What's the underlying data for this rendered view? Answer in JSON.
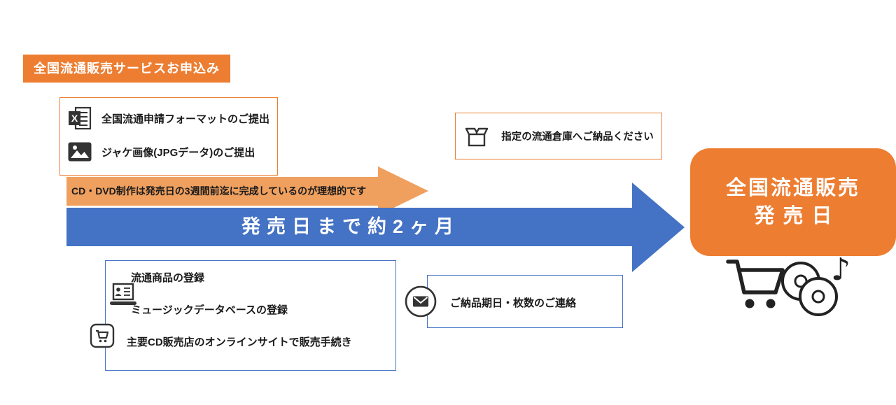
{
  "colors": {
    "orange": "#ED7D31",
    "orange_light": "#EFA05F",
    "blue": "#4472C4"
  },
  "badge": {
    "label": "全国流通販売サービスお申込み"
  },
  "submission_box": {
    "items": [
      {
        "icon": "excel-file-icon",
        "label": "全国流通申請フォーマットのご提出"
      },
      {
        "icon": "jacket-image-icon",
        "label": "ジャケ画像(JPGデータ)のご提出"
      }
    ]
  },
  "production_note": {
    "label": "CD・DVD制作は発売日の3週間前迄に完成しているのが理想的です"
  },
  "timeline_arrow": {
    "label": "発売日まで約2ヶ月"
  },
  "warehouse_box": {
    "icon": "package-box-icon",
    "label": "指定の流通倉庫へご納品ください"
  },
  "registration_box": {
    "items": [
      {
        "label": "流通商品の登録"
      },
      {
        "label": "ミュージックデータベースの登録"
      },
      {
        "label": "主要CD販売店のオンラインサイトで販売手続き"
      }
    ],
    "icons": [
      "laptop-registration-icon",
      "online-store-cart-icon"
    ]
  },
  "delivery_box": {
    "icon": "mail-contact-icon",
    "label": "ご納品期日・枚数のご連絡"
  },
  "release_box": {
    "line1": "全国流通販売",
    "line2": "発売日"
  }
}
